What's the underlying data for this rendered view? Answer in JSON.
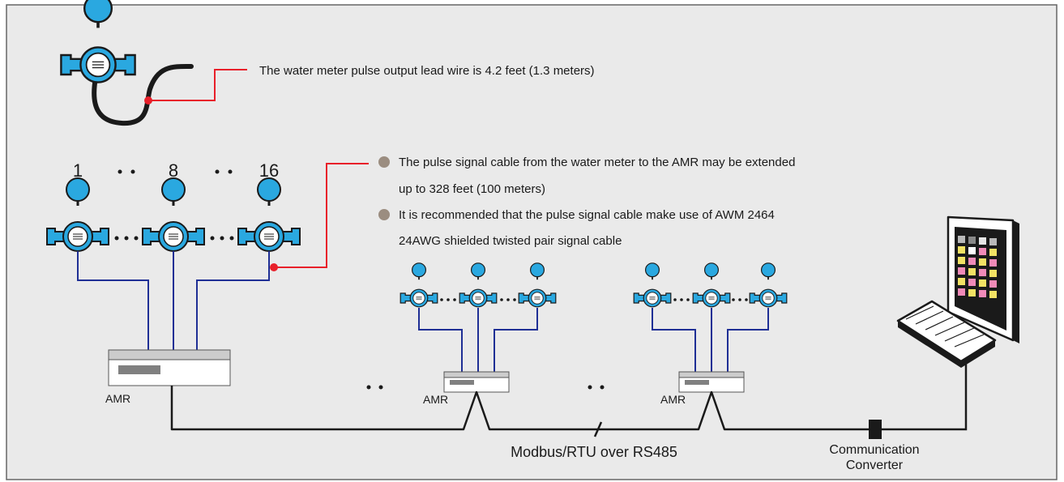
{
  "top_callout": "The water meter pulse output lead wire is 4.2 feet (1.3 meters)",
  "meter_index": {
    "first": "1",
    "middle": "8",
    "last": "16"
  },
  "notes": [
    {
      "line1": "The pulse signal cable from the water meter to the AMR may be extended",
      "line2": "up to 328 feet (100 meters)"
    },
    {
      "line1": "It is recommended that the pulse signal cable make use of AWM 2464",
      "line2": "24AWG shielded twisted pair signal cable"
    }
  ],
  "amr_label": "AMR",
  "bus_label": "Modbus/RTU over RS485",
  "converter_label": {
    "line1": "Communication",
    "line2": "Converter"
  },
  "colors": {
    "background": "#eaeaea",
    "meter_blue": "#2aa8e0",
    "meter_dark": "#1a1a1a",
    "signal_wire": "#1f2f95",
    "lead_red": "#e8202a",
    "bullet": "#9b8d80",
    "amr_bar": "#808080"
  }
}
